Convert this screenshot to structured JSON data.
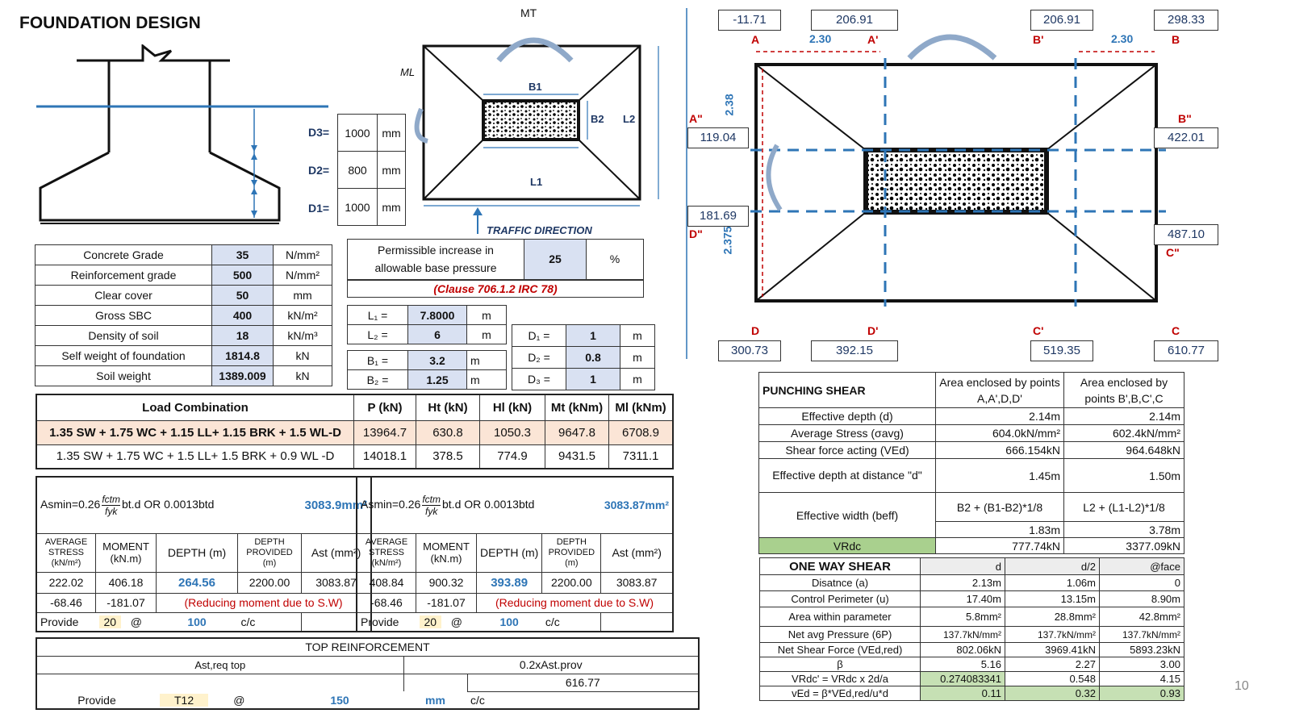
{
  "title": "FOUNDATION DESIGN",
  "page_number": "10",
  "depths": {
    "d3_label": "D3=",
    "d3_val": "1000",
    "d2_label": "D2=",
    "d2_val": "800",
    "d1_label": "D1=",
    "d1_val": "1000",
    "unit": "mm"
  },
  "plan": {
    "mt": "MT",
    "ml": "ML",
    "b1": "B1",
    "b2": "B2",
    "l1": "L1",
    "l2": "L2",
    "traffic": "TRAFFIC DIRECTION"
  },
  "materials": [
    {
      "label": "Concrete Grade",
      "value": "35",
      "unit": "N/mm²"
    },
    {
      "label": "Reinforcement grade",
      "value": "500",
      "unit": "N/mm²"
    },
    {
      "label": "Clear cover",
      "value": "50",
      "unit": "mm"
    },
    {
      "label": "Gross SBC",
      "value": "400",
      "unit": "kN/m²"
    },
    {
      "label": "Density of soil",
      "value": "18",
      "unit": "kN/m³"
    },
    {
      "label": "Self weight of foundation",
      "value": "1814.8",
      "unit": "kN"
    },
    {
      "label": "Soil weight",
      "value": "1389.009",
      "unit": "kN"
    }
  ],
  "permissible": {
    "label1": "Permissible increase in",
    "label2": "allowable base pressure",
    "value": "25",
    "unit": "%",
    "clause": "(Clause 706.1.2 IRC 78)"
  },
  "dims": {
    "l1_label": "L₁ =",
    "l1": "7.8000",
    "l2_label": "L₂ =",
    "l2": "6",
    "b1_label": "B₁ =",
    "b1": "3.2",
    "b2_label": "B₂ =",
    "b2": "1.25",
    "d1_label": "D₁ =",
    "d1": "1",
    "d2_label": "D₂ =",
    "d2": "0.8",
    "d3_label": "D₃ =",
    "d3": "1",
    "unit": "m"
  },
  "load": {
    "headers": [
      "Load Combination",
      "P (kN)",
      "Ht (kN)",
      "Hl (kN)",
      "Mt (kNm)",
      "Ml (kNm)"
    ],
    "rows": [
      [
        "1.35 SW + 1.75 WC + 1.15 LL+ 1.15 BRK + 1.5 WL-D",
        "13964.7",
        "630.8",
        "1050.3",
        "9647.8",
        "6708.9"
      ],
      [
        "1.35 SW + 1.75 WC + 1.5 LL+ 1.5 BRK + 0.9 WL -D",
        "14018.1",
        "378.5",
        "774.9",
        "9431.5",
        "7311.1"
      ]
    ]
  },
  "reinf": {
    "left": {
      "amin_prefix": "Asmin=0.26",
      "frac_top": "fctm",
      "frac_bot": "fyk",
      "amin_suffix": "bt.d  OR 0.0013btd",
      "amin_value": "3083.9mm²",
      "headers": [
        "AVERAGE STRESS (kN/m²)",
        "MOMENT (kN.m)",
        "DEPTH (m)",
        "DEPTH PROVIDED (m)",
        "Ast (mm²)"
      ],
      "row1": [
        "222.02",
        "406.18",
        "264.56",
        "2200.00",
        "3083.87"
      ],
      "row2": [
        "-68.46",
        "-181.07",
        "(Reducing moment due to S.W)"
      ],
      "provide": [
        "Provide",
        "20",
        "@",
        "100",
        "c/c"
      ]
    },
    "right": {
      "amin_prefix": "Asmin=0.26",
      "frac_top": "fctm",
      "frac_bot": "fyk",
      "amin_suffix": "bt.d  OR 0.0013btd",
      "amin_value": "3083.87mm²",
      "headers": [
        "AVERAGE STRESS (kN/m²)",
        "MOMENT (kN.m)",
        "DEPTH (m)",
        "DEPTH PROVIDED (m)",
        "Ast (mm²)"
      ],
      "row1": [
        "408.84",
        "900.32",
        "393.89",
        "2200.00",
        "3083.87"
      ],
      "row2": [
        "-68.46",
        "-181.07",
        "(Reducing moment due to S.W)"
      ],
      "provide": [
        "Provide",
        "20",
        "@",
        "100",
        "c/c"
      ]
    }
  },
  "top_reinf": {
    "title": "TOP REINFORCEMENT",
    "req_label": "Ast,req top",
    "prov_label": "0.2xAst.prov",
    "prov_value": "616.77",
    "provide": [
      "Provide",
      "T12",
      "@",
      "150",
      "mm",
      "c/c"
    ]
  },
  "pressure": {
    "top": [
      "-11.71",
      "206.91",
      "206.91",
      "298.33"
    ],
    "left": [
      "119.04",
      "181.69"
    ],
    "right": [
      "422.01",
      "487.10"
    ],
    "bottom": [
      "300.73",
      "392.15",
      "519.35",
      "610.77"
    ],
    "points": {
      "a": "A",
      "a1": "A'",
      "b1": "B'",
      "b": "B",
      "a2": "A\"",
      "d2": "D\"",
      "b2": "B\"",
      "c2": "C\"",
      "d": "D",
      "d1": "D'",
      "c1": "C'",
      "c": "C"
    },
    "dims": {
      "top_left": "2.30",
      "top_right": "2.30",
      "side_top": "2.38",
      "side_bot": "2.375"
    }
  },
  "punching": {
    "title": "PUNCHING SHEAR",
    "col1": "Area enclosed by points A,A',D,D'",
    "col2": "Area enclosed by points B',B,C',C",
    "rows": [
      [
        "Effective depth (d)",
        "2.14m",
        "2.14m"
      ],
      [
        "Average Stress (σavg)",
        "604.0kN/mm²",
        "602.4kN/mm²"
      ],
      [
        "Shear force acting (VEd)",
        "666.154kN",
        "964.648kN"
      ],
      [
        "Effective depth at distance \"d\"",
        "1.45m",
        "1.50m"
      ]
    ],
    "beff_label": "Effective width (beff)",
    "beff_f1": "B2 + (B1-B2)*1/8",
    "beff_f2": "L2 + (L1-L2)*1/8",
    "beff_v1": "1.83m",
    "beff_v2": "3.78m",
    "vrdc_label": "VRdc",
    "vrdc_v1": "777.74kN",
    "vrdc_v2": "3377.09kN"
  },
  "oneway": {
    "title": "ONE WAY SHEAR",
    "headers": [
      "d",
      "d/2",
      "@face"
    ],
    "rows": [
      [
        "Disatnce (a)",
        "2.13m",
        "1.06m",
        "0"
      ],
      [
        "Control Perimeter (u)",
        "17.40m",
        "13.15m",
        "8.90m"
      ],
      [
        "Area within parameter",
        "5.8mm²",
        "28.8mm²",
        "42.8mm²"
      ],
      [
        "Net avg Pressure (6P)",
        "137.7kN/mm²",
        "137.7kN/mm²",
        "137.7kN/mm²"
      ],
      [
        "Net Shear Force (VEd,red)",
        "802.06kN",
        "3969.41kN",
        "5893.23kN"
      ],
      [
        "β",
        "5.16",
        "2.27",
        "3.00"
      ],
      [
        "VRdc' = VRdc x 2d/a",
        "0.274083341",
        "0.548",
        "4.15"
      ],
      [
        "vEd = β*VEd,red/u*d",
        "0.11",
        "0.32",
        "0.93"
      ]
    ]
  },
  "colors": {
    "blue_fill": "#d9e1f2",
    "dim_blue": "#2e75b6",
    "point_red": "#c00000",
    "highlight": "#fff2cc"
  }
}
